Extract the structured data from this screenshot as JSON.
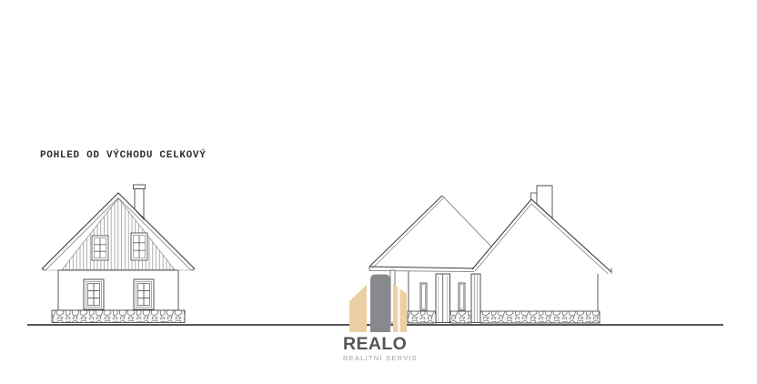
{
  "page": {
    "background_color": "#ffffff",
    "line_color": "#4a4a4a"
  },
  "title": {
    "text": "POHLED OD VÝCHODU CELKOVÝ"
  },
  "drawing": {
    "description": "Architectural east elevation line drawing of two houses above a common ground line",
    "left_house": {
      "name": "cottage elevation",
      "features": [
        "gable roof",
        "chimney",
        "vertical plank gable siding",
        "2 gable windows",
        "2 ground-floor windows",
        "rubble stone foundation"
      ]
    },
    "right_house": {
      "name": "bungalow elevation",
      "features": [
        "gable roof with hip wing",
        "chimney",
        "porch post",
        "2 narrow windows",
        "double door",
        "corner glazed panel",
        "rubble stone foundation"
      ]
    }
  },
  "logo": {
    "name": "REALO",
    "subtitle": "REALITNÍ SERVIS",
    "colors": {
      "beige": "#ecd0a4",
      "gray": "#87898c",
      "wordmark": "#55565a",
      "subtitle_text": "#a59f94"
    }
  }
}
